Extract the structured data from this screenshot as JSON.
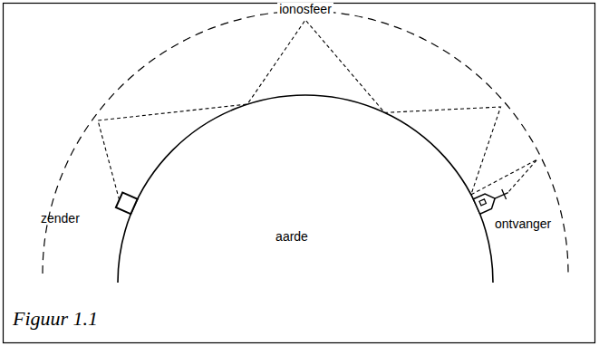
{
  "diagram": {
    "caption": "Figuur 1.1",
    "labels": [
      "ionosfeer",
      "zender",
      "aarde",
      "ontvanger"
    ]
  }
}
